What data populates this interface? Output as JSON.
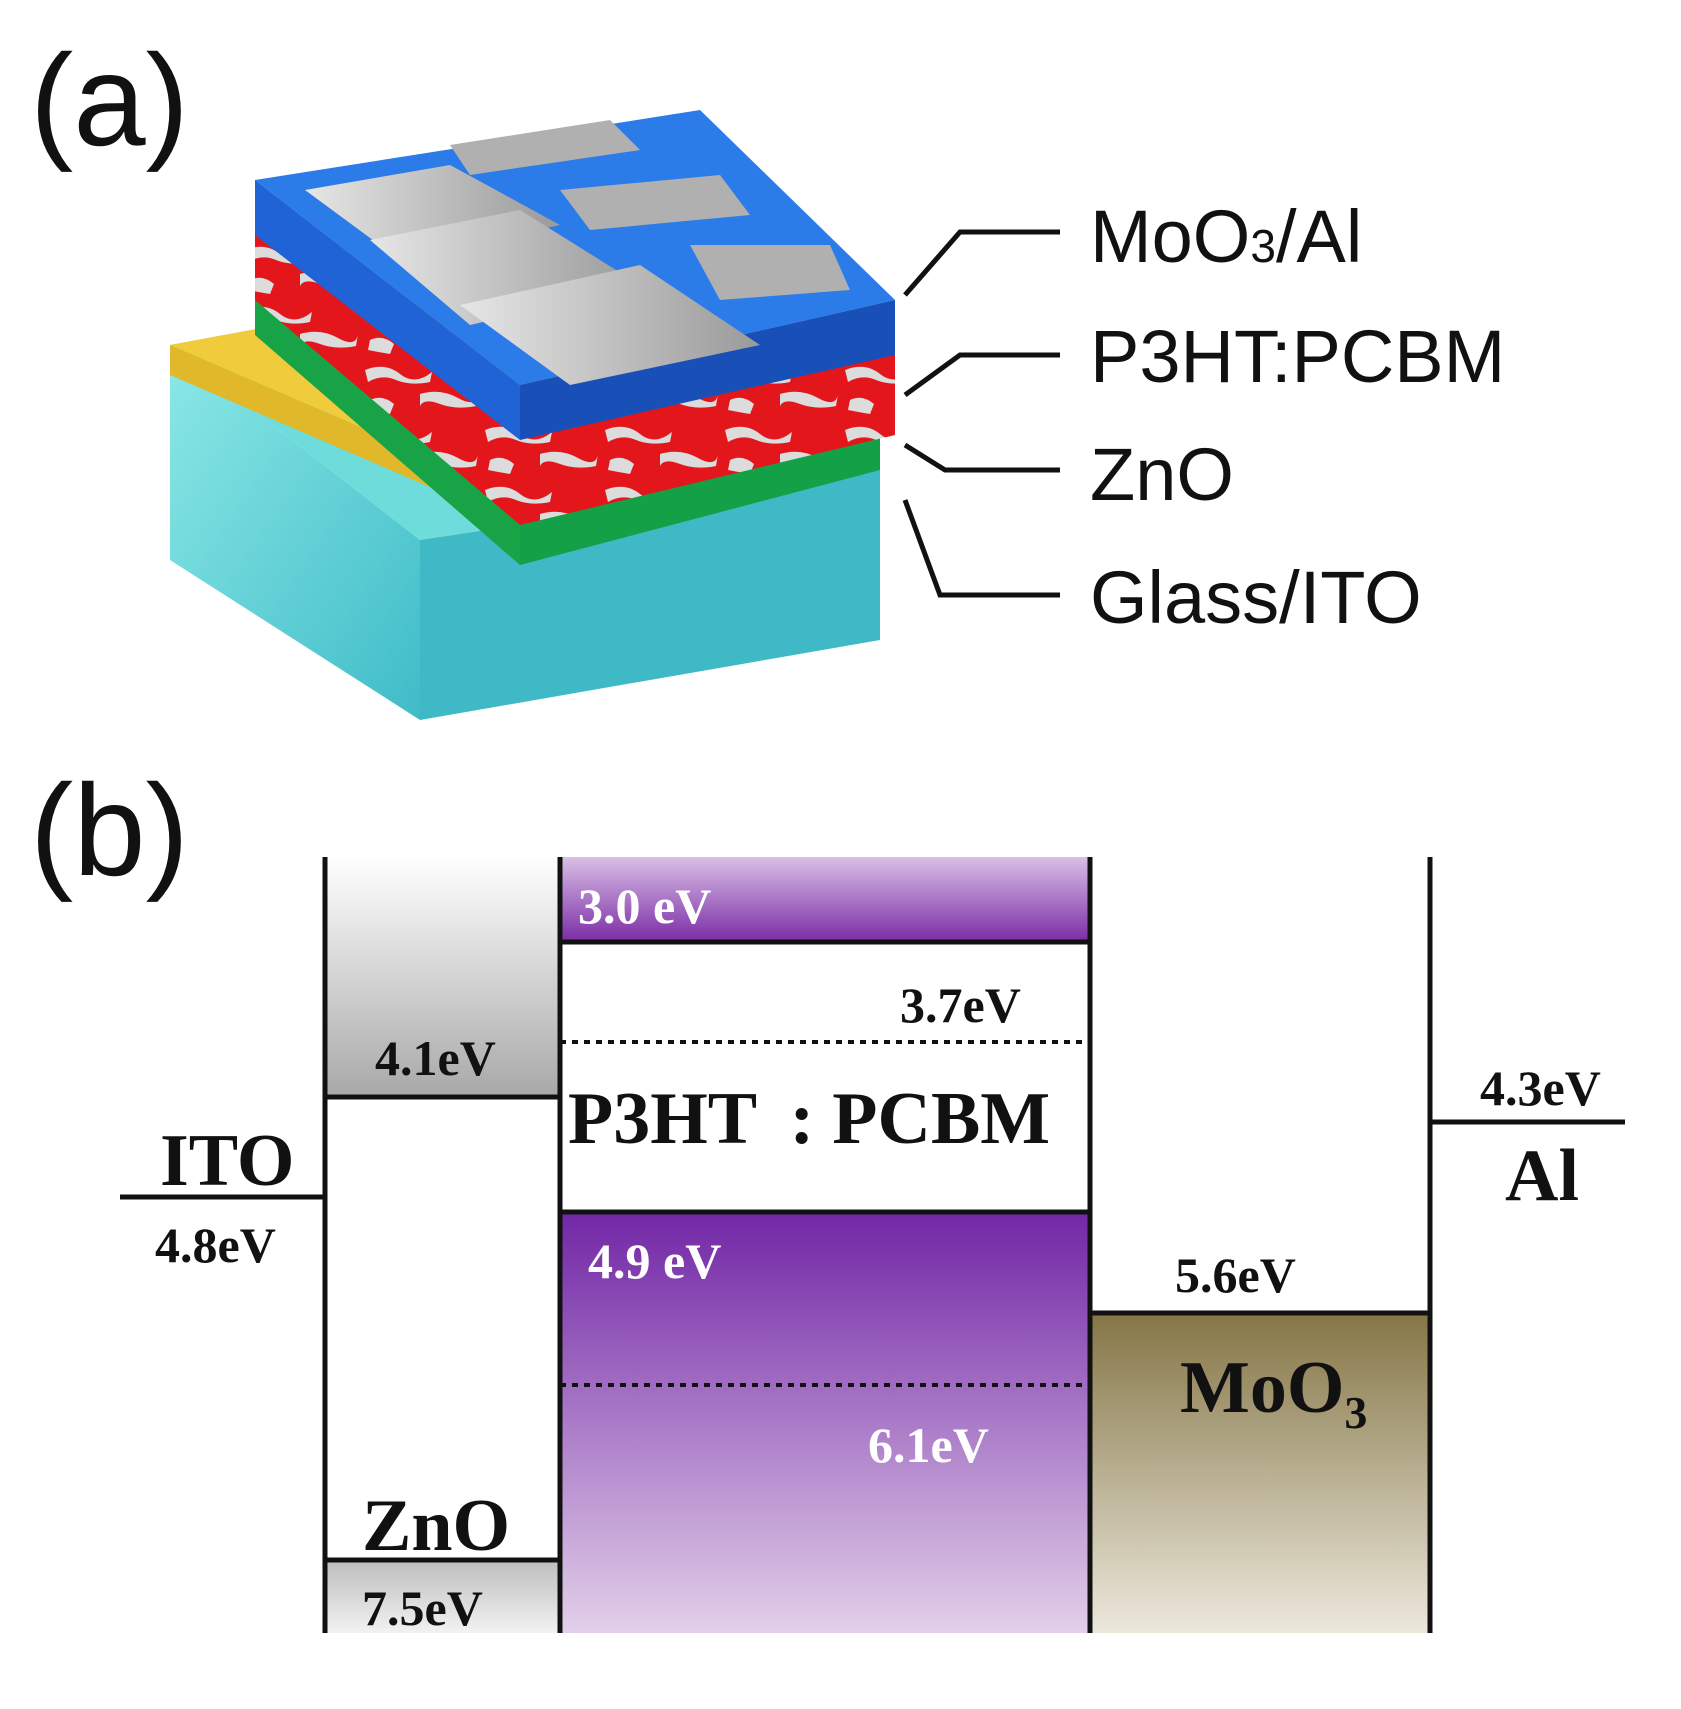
{
  "panel_a": {
    "label": "(a)",
    "layers": [
      {
        "id": "top",
        "text_main": "MoO",
        "text_sub": "3",
        "text_tail": "/Al"
      },
      {
        "id": "active",
        "text": "P3HT:PCBM"
      },
      {
        "id": "etl",
        "text": "ZnO"
      },
      {
        "id": "substrate",
        "text": "Glass/ITO"
      }
    ],
    "colors": {
      "htl": "#1f6fe6",
      "active_red": "#e3161b",
      "active_white": "#d9d9d9",
      "etl": "#1aa848",
      "ito": "#f0cc3c",
      "glass": "#5fd6d9",
      "electrode": "#c8c8c8"
    }
  },
  "panel_b": {
    "label": "(b)",
    "ito": {
      "name": "ITO",
      "level": "4.8eV"
    },
    "zno": {
      "name": "ZnO",
      "top": "4.1eV",
      "bottom": "7.5eV"
    },
    "active": {
      "name_left": "P3HT",
      "name_sep": ":",
      "name_right": "PCBM",
      "lumo_p3ht": "3.0 eV",
      "lumo_pcbm": "3.7eV",
      "homo_p3ht": "4.9 eV",
      "homo_pcbm": "6.1eV"
    },
    "moo3": {
      "name": "MoO",
      "name_sub": "3",
      "level": "5.6eV"
    },
    "al": {
      "name": "Al",
      "level": "4.3eV"
    },
    "colors": {
      "purple": "#7b2ba6",
      "purple_light": "#dcc6e6",
      "moo3_dark": "#8c7c4a",
      "moo3_light": "#e8e3d6",
      "zno_gray": "#9e9e9e"
    }
  }
}
